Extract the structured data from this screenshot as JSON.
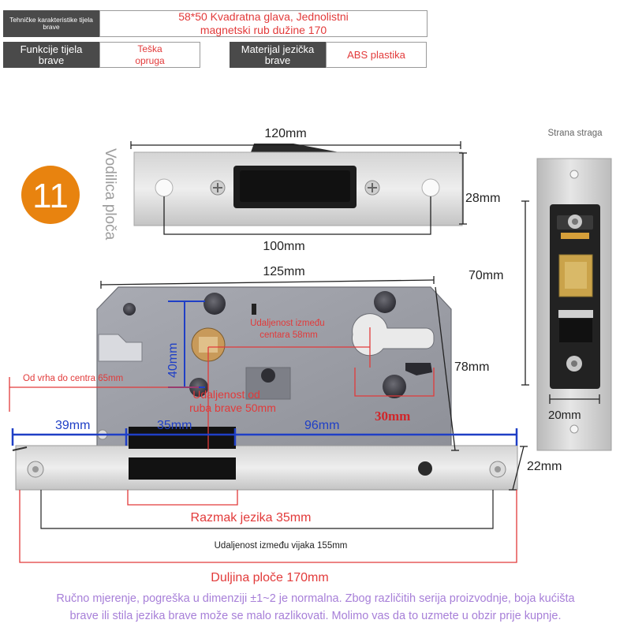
{
  "specs": {
    "row1": {
      "label": "Tehničke karakteristike tijela brave",
      "value": "58*50 Kvadratna glava, Jednolistni magnetski rub dužine 170"
    },
    "row2": [
      {
        "label": "Funkcije tijela brave",
        "value": "Teška opruga"
      },
      {
        "label": "Materijal jezička brave",
        "value": "ABS plastika"
      }
    ]
  },
  "badge": {
    "number": "11",
    "color": "#e8830f"
  },
  "guide_plate": {
    "side_label": "Vodilica ploča",
    "width": "120mm",
    "height": "28mm",
    "hole_spacing": "100mm"
  },
  "back_view": {
    "label": "Strana straga",
    "height": "70mm",
    "width": "20mm"
  },
  "lock_body": {
    "width": "125mm",
    "height": "78mm",
    "dim_40": "40mm",
    "center_distance": "Udaljenost između centara 58mm",
    "tip_to_center": "Od vrha do centra 65mm",
    "edge_distance": "Udaljenost od ruba brave 50mm",
    "dim_30": "30mm",
    "dim_39": "39mm",
    "dim_35": "35mm",
    "dim_96": "96mm",
    "faceplate_thickness": "22mm",
    "tongue_spacing": "Razmak jezika 35mm",
    "screw_distance": "Udaljenost između vijaka 155mm",
    "plate_length": "Duljina ploče 170mm"
  },
  "colors": {
    "red": "#e23a3a",
    "blue": "#1f3fc6",
    "note": "#a77fd8"
  },
  "footer": {
    "line1": "Ručno mjerenje, pogreška u dimenziji ±1~2 je normalna. Zbog različitih serija proizvodnje, boja kućišta",
    "line2": "brave ili stila jezika brave može se malo razlikovati. Molimo vas da to uzmete u obzir prije kupnje."
  }
}
